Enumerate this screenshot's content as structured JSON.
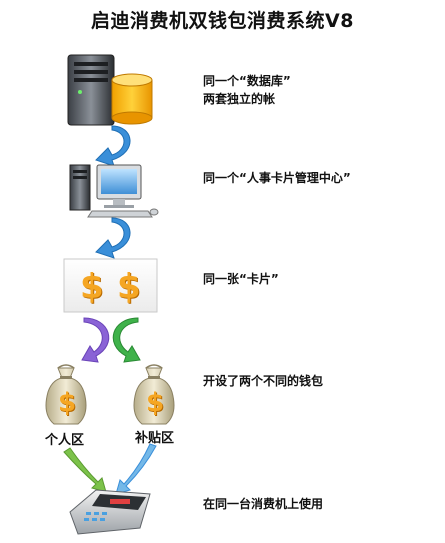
{
  "title": "启迪消费机双钱包消费系统V8",
  "steps": [
    {
      "line1": "同一个“数据库”",
      "line2": "两套独立的帐"
    },
    {
      "line1": "同一个“人事卡片管理中心”"
    },
    {
      "line1": "同一张“卡片”"
    },
    {
      "line1": "开设了两个不同的钱包"
    },
    {
      "line1": "在同一台消费机上使用"
    }
  ],
  "card": {
    "symbols": [
      "$",
      "$"
    ]
  },
  "wallets": [
    {
      "label": "个人区",
      "symbol": "$"
    },
    {
      "label": "补贴区",
      "symbol": "$"
    }
  ],
  "colors": {
    "arrow_blue": "#3a8fd9",
    "arrow_purple": "#8a63d6",
    "arrow_green": "#3fb24a",
    "gold": "#f5a623"
  }
}
